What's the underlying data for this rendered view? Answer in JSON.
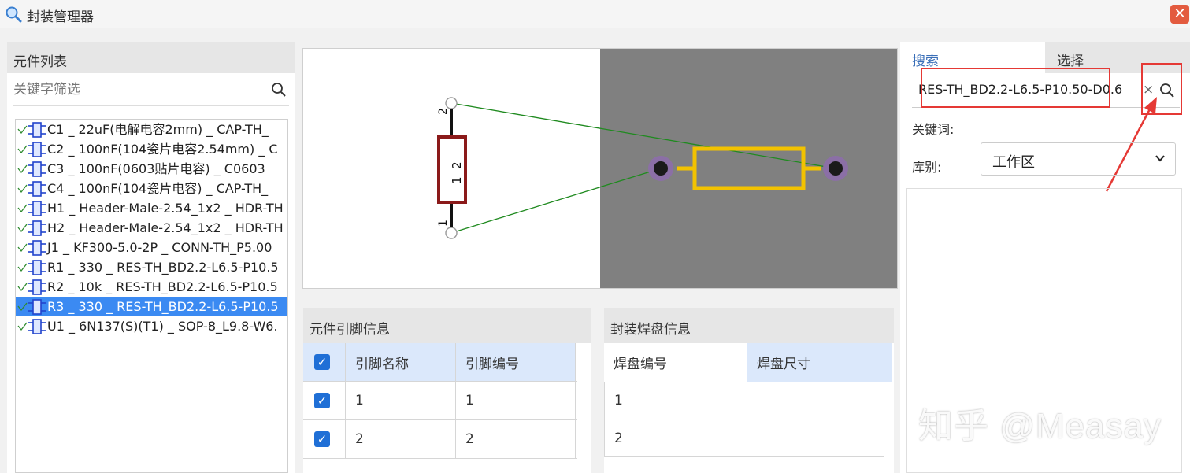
{
  "window": {
    "title": "封装管理器",
    "close_glyph": "✕"
  },
  "component_list": {
    "header": "元件列表",
    "filter_placeholder": "关键字筛选",
    "items": [
      "C1 _ 22uF(电解电容2mm) _ CAP-TH_",
      "C2 _ 100nF(104瓷片电容2.54mm) _ C",
      "C3 _ 100nF(0603贴片电容) _ C0603",
      "C4 _ 100nF(104瓷片电容) _ CAP-TH_",
      "H1 _ Header-Male-2.54_1x2 _ HDR-TH",
      "H2 _ Header-Male-2.54_1x2 _ HDR-TH",
      "J1 _ KF300-5.0-2P _ CONN-TH_P5.00",
      "R1 _ 330 _ RES-TH_BD2.2-L6.5-P10.5",
      "R2 _ 10k _ RES-TH_BD2.2-L6.5-P10.5",
      "R3 _ 330 _ RES-TH_BD2.2-L6.5-P10.5",
      "U1 _ 6N137(S)(T1) _ SOP-8_L9.8-W6."
    ],
    "selected_index": 9
  },
  "preview": {
    "symbol_pin_top": "2",
    "symbol_pin_bottom": "1",
    "symbol_body_text": "1  2",
    "colors": {
      "pcb_bg": "#808080",
      "silkscreen": "#f2c200",
      "symbol_body": "#8b1a1a",
      "ratsnest": "#1f8a1f"
    }
  },
  "pin_info": {
    "header": "元件引脚信息",
    "columns": [
      "引脚名称",
      "引脚编号"
    ],
    "rows": [
      {
        "checked": true,
        "name": "1",
        "number": "1"
      },
      {
        "checked": true,
        "name": "2",
        "number": "2"
      }
    ]
  },
  "pad_info": {
    "header": "封装焊盘信息",
    "columns": [
      "焊盘编号",
      "焊盘尺寸"
    ],
    "rows": [
      {
        "number": "1"
      },
      {
        "number": "2"
      }
    ]
  },
  "search_panel": {
    "tabs": [
      "搜索",
      "选择"
    ],
    "query": "RES-TH_BD2.2-L6.5-P10.50-D0.6",
    "clear_glyph": "×",
    "keyword_label": "关键词:",
    "library_label": "库别:",
    "library_value": "工作区"
  },
  "watermark": "知乎 @Measay",
  "check_glyph": "✓"
}
